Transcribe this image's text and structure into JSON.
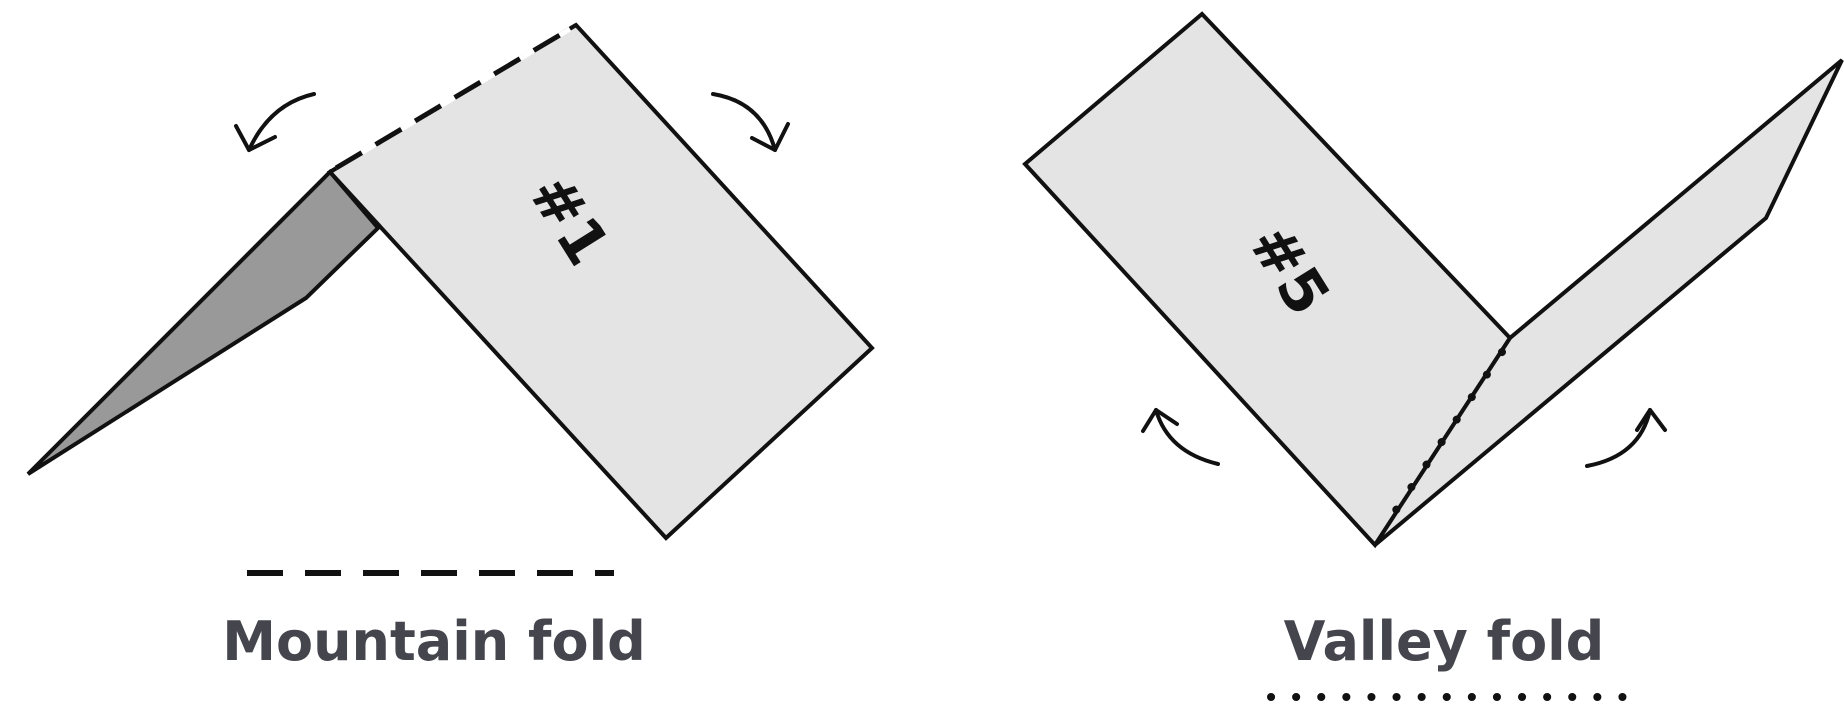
{
  "mountain": {
    "step_label": "#1",
    "caption": "Mountain fold",
    "line_style": "dashed"
  },
  "valley": {
    "step_label": "#5",
    "caption": "Valley fold",
    "line_style": "dotted"
  },
  "colors": {
    "paper": "#e5e4e5",
    "paper_shade": "#999999",
    "outline": "#111111",
    "caption_text": "#44454d",
    "background": "#ffffff"
  }
}
